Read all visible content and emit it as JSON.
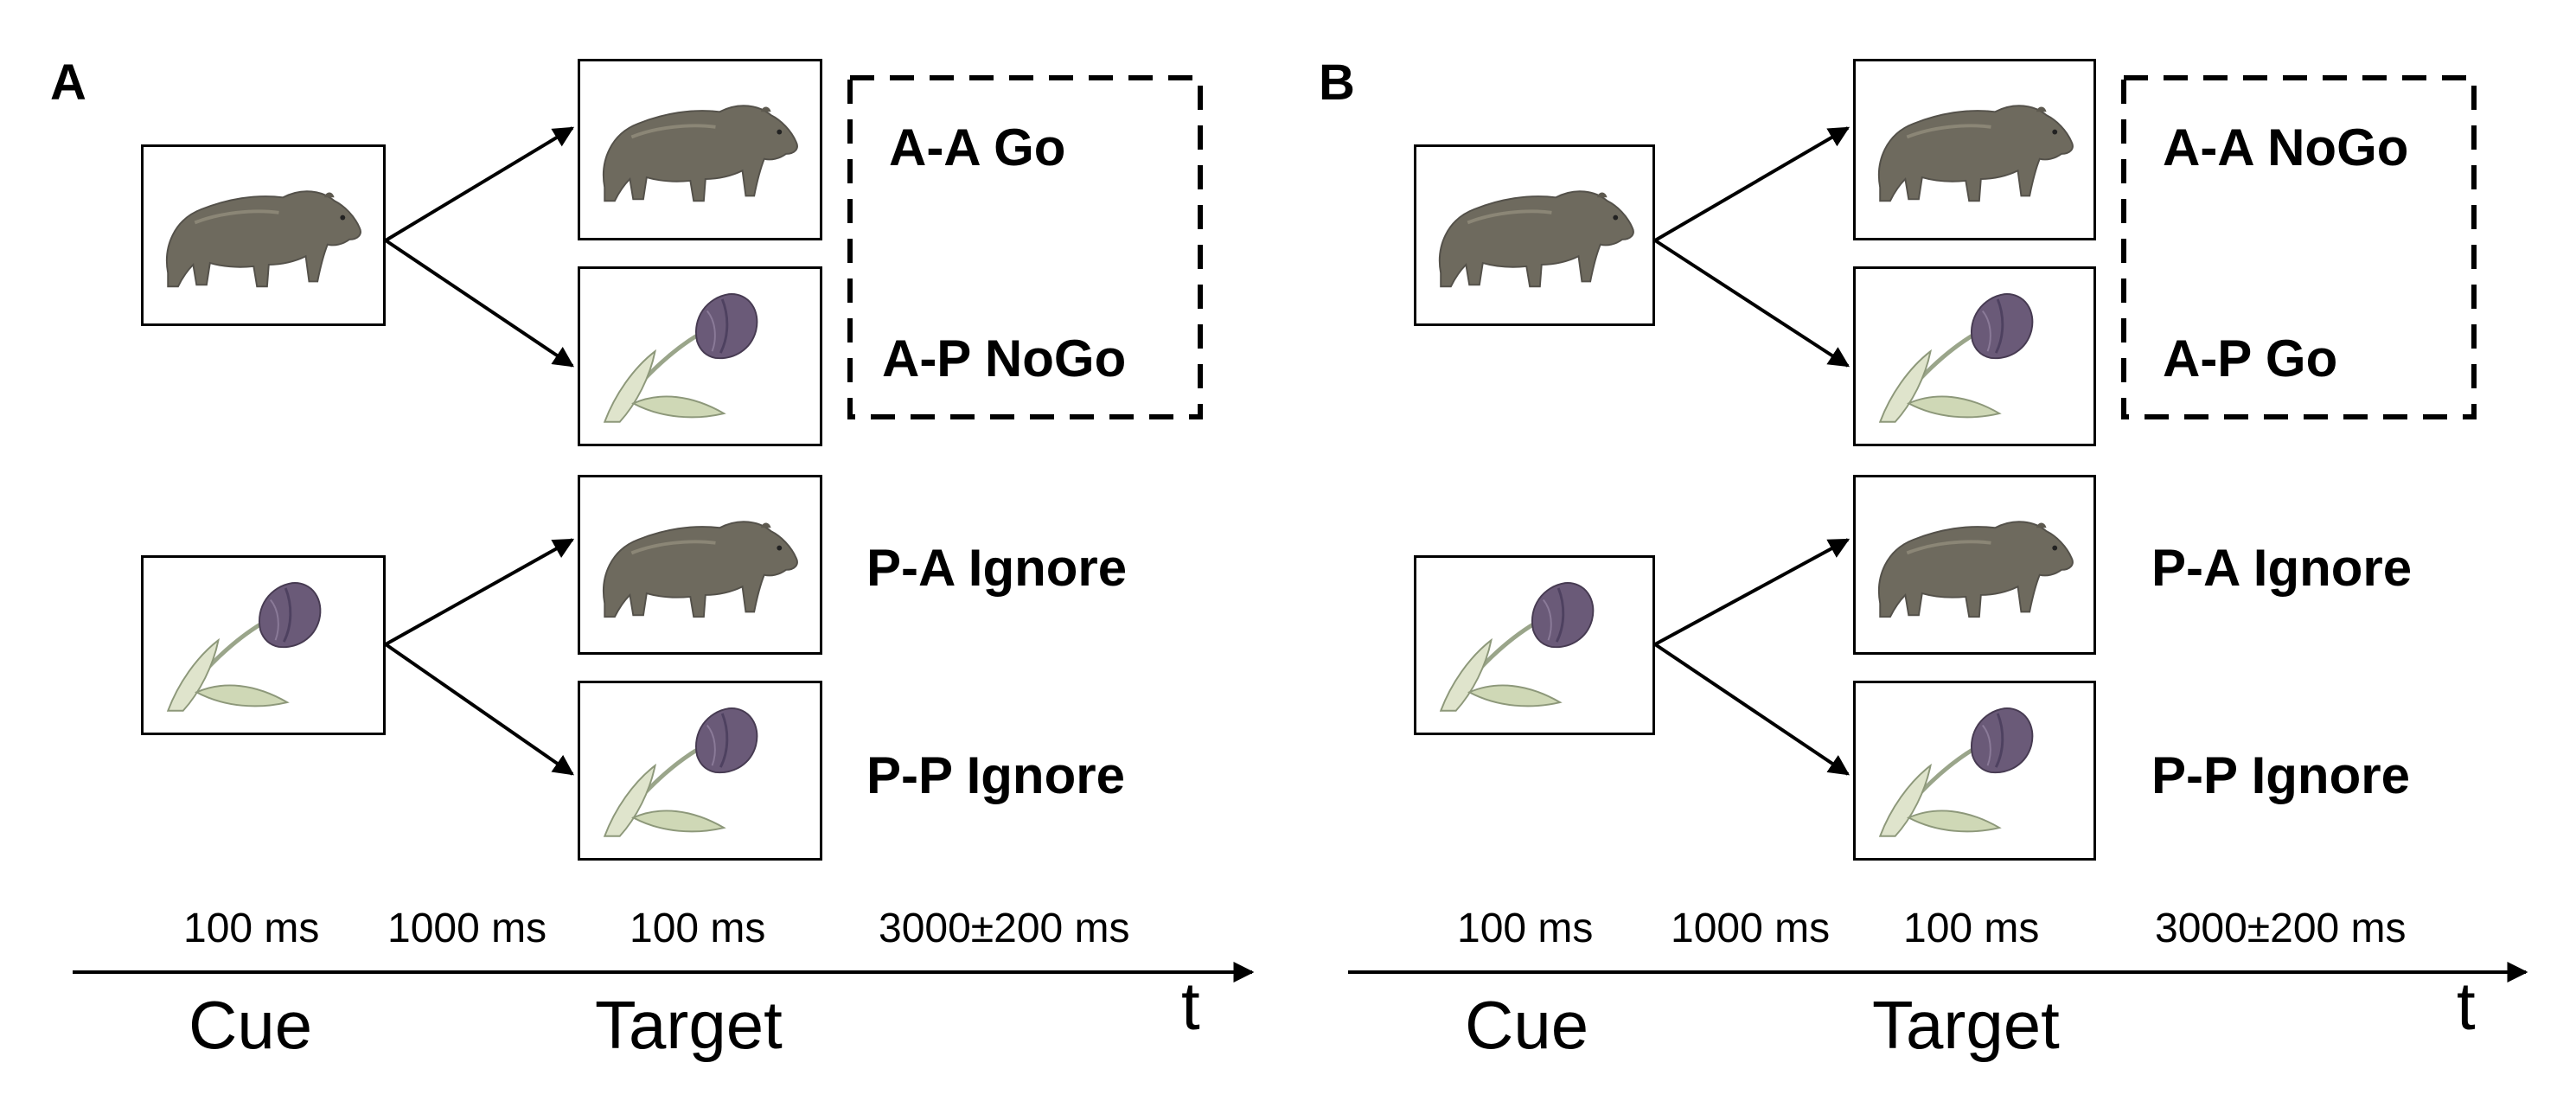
{
  "panels": [
    {
      "id": "A",
      "label": "A",
      "dashed_box": true,
      "conditions": {
        "aa": "A-A Go",
        "ap": "A-P NoGo",
        "pa": "P-A Ignore",
        "pp": "P-P Ignore"
      },
      "durations": [
        "100 ms",
        "1000 ms",
        "100 ms",
        "3000±200 ms"
      ],
      "phases": {
        "cue": "Cue",
        "target": "Target",
        "time": "t"
      }
    },
    {
      "id": "B",
      "label": "B",
      "dashed_box": true,
      "conditions": {
        "aa": "A-A NoGo",
        "ap": "A-P Go",
        "pa": "P-A Ignore",
        "pp": "P-P Ignore"
      },
      "durations": [
        "100 ms",
        "1000 ms",
        "100 ms",
        "3000±200 ms"
      ],
      "phases": {
        "cue": "Cue",
        "target": "Target",
        "time": "t"
      }
    }
  ],
  "stimuli": {
    "animal": "bear-image",
    "plant": "tulip-image"
  },
  "colors": {
    "bear": "#6e6a5e",
    "tulip_petal": "#6a5a78",
    "tulip_leaf": "#c9d1b0",
    "line": "#000000"
  }
}
